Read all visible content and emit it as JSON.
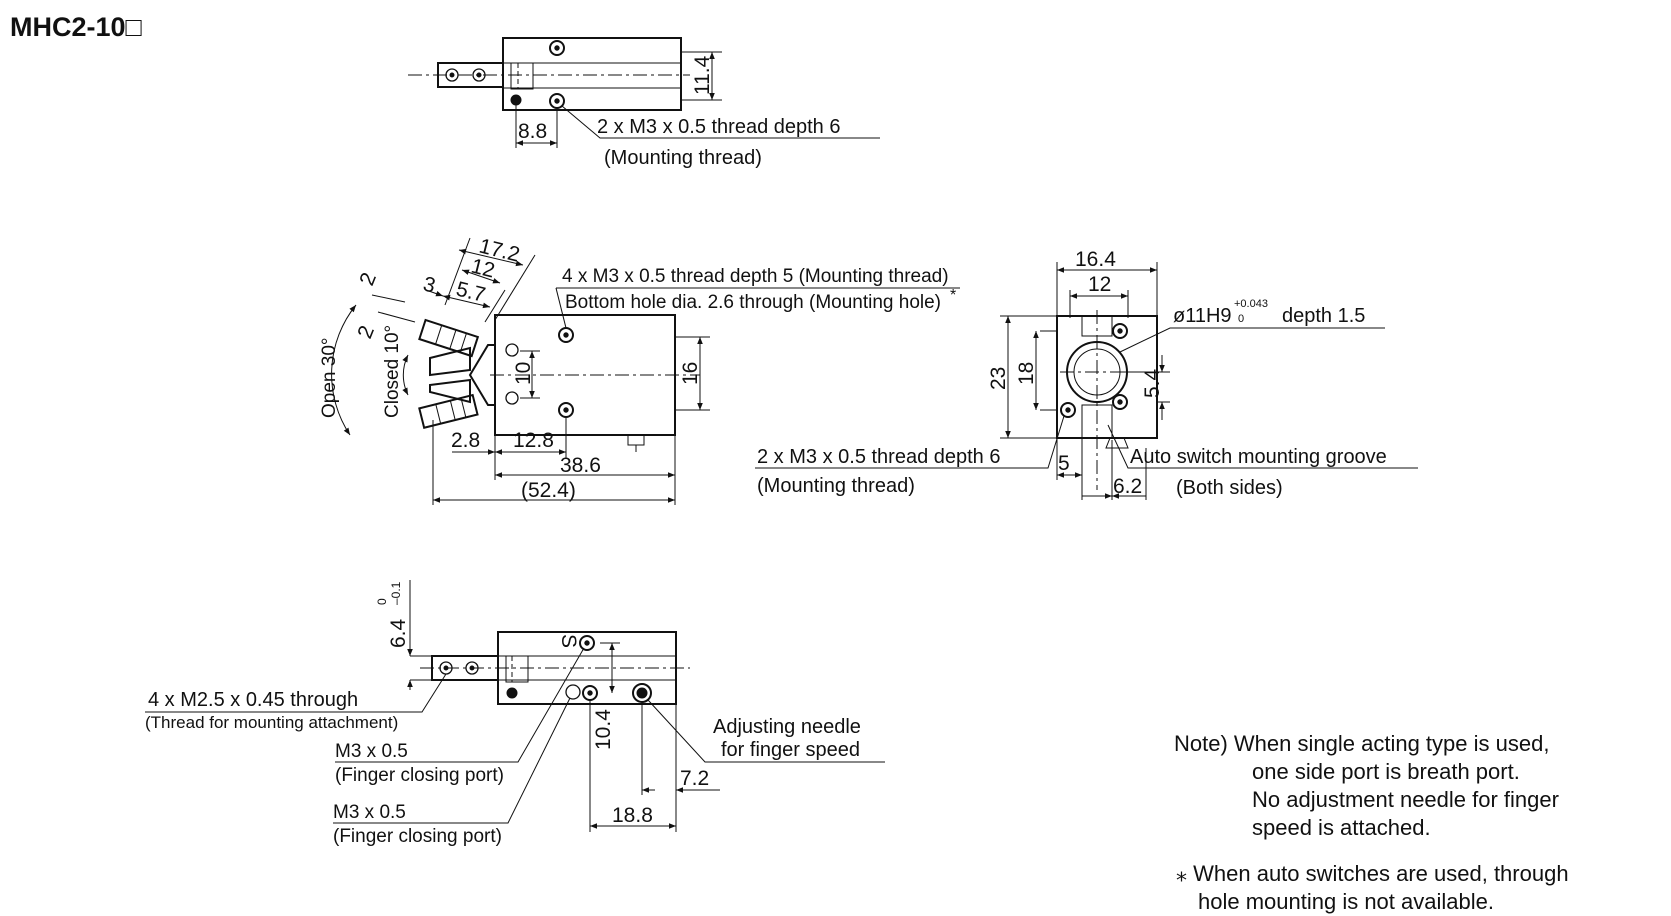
{
  "title": "MHC2-10□",
  "top_view": {
    "dim_height": "11.4",
    "dim_width": "8.8",
    "thread_label": "2 x M3 x 0.5 thread depth 6",
    "thread_sub": "(Mounting thread)"
  },
  "side_view": {
    "dim_17_2": "17.2",
    "dim_12": "12",
    "dim_3": "3",
    "dim_5_7": "5.7",
    "dim_2a": "2",
    "dim_2b": "2",
    "open_label": "Open 30°",
    "closed_label": "Closed 10°",
    "dim_10": "10",
    "dim_16": "16",
    "dim_2_8": "2.8",
    "dim_12_8": "12.8",
    "dim_38_6": "38.6",
    "dim_52_4": "(52.4)",
    "thread_label": "4 x M3 x 0.5 thread depth 5 (Mounting thread)",
    "hole_label": "Bottom hole dia. 2.6 through (Mounting hole)",
    "hole_mark": "*"
  },
  "end_view": {
    "dim_16_4": "16.4",
    "dim_12": "12",
    "dim_23": "23",
    "dim_18": "18",
    "dim_5_4": "5.4",
    "bore_label": "ø11H9",
    "bore_tol_upper": "+0.043",
    "bore_tol_lower": "0",
    "bore_depth": "depth 1.5",
    "thread_label": "2 x M3 x 0.5 thread depth 6",
    "thread_sub": "(Mounting thread)",
    "dim_5": "5",
    "dim_6_2": "6.2",
    "groove_label": "Auto switch mounting groove",
    "groove_sub": "(Both sides)"
  },
  "bottom_view": {
    "dim_6_4": "6.4",
    "dim_6_4_tol_upper": "0",
    "dim_6_4_tol_lower": "–0.1",
    "s_mark": "S",
    "o_mark": "O",
    "thread_label": "4 x M2.5 x 0.45 through",
    "thread_sub": "(Thread for mounting attachment)",
    "port1_label": "M3 x 0.5",
    "port1_sub": "(Finger closing port)",
    "port2_label": "M3 x 0.5",
    "port2_sub": "(Finger closing port)",
    "needle_label_1": "Adjusting needle",
    "needle_label_2": "for finger speed",
    "dim_10_4": "10.4",
    "dim_7_2": "7.2",
    "dim_18_8": "18.8"
  },
  "notes": {
    "note_prefix": "Note)",
    "note_line1": "When single acting type is used,",
    "note_line2": "one side port is breath port.",
    "note_line3": "No adjustment needle for finger",
    "note_line4": "speed is attached.",
    "star": "⁎",
    "star_line1": "When auto switches are used, through",
    "star_line2": "hole mounting is not available."
  }
}
